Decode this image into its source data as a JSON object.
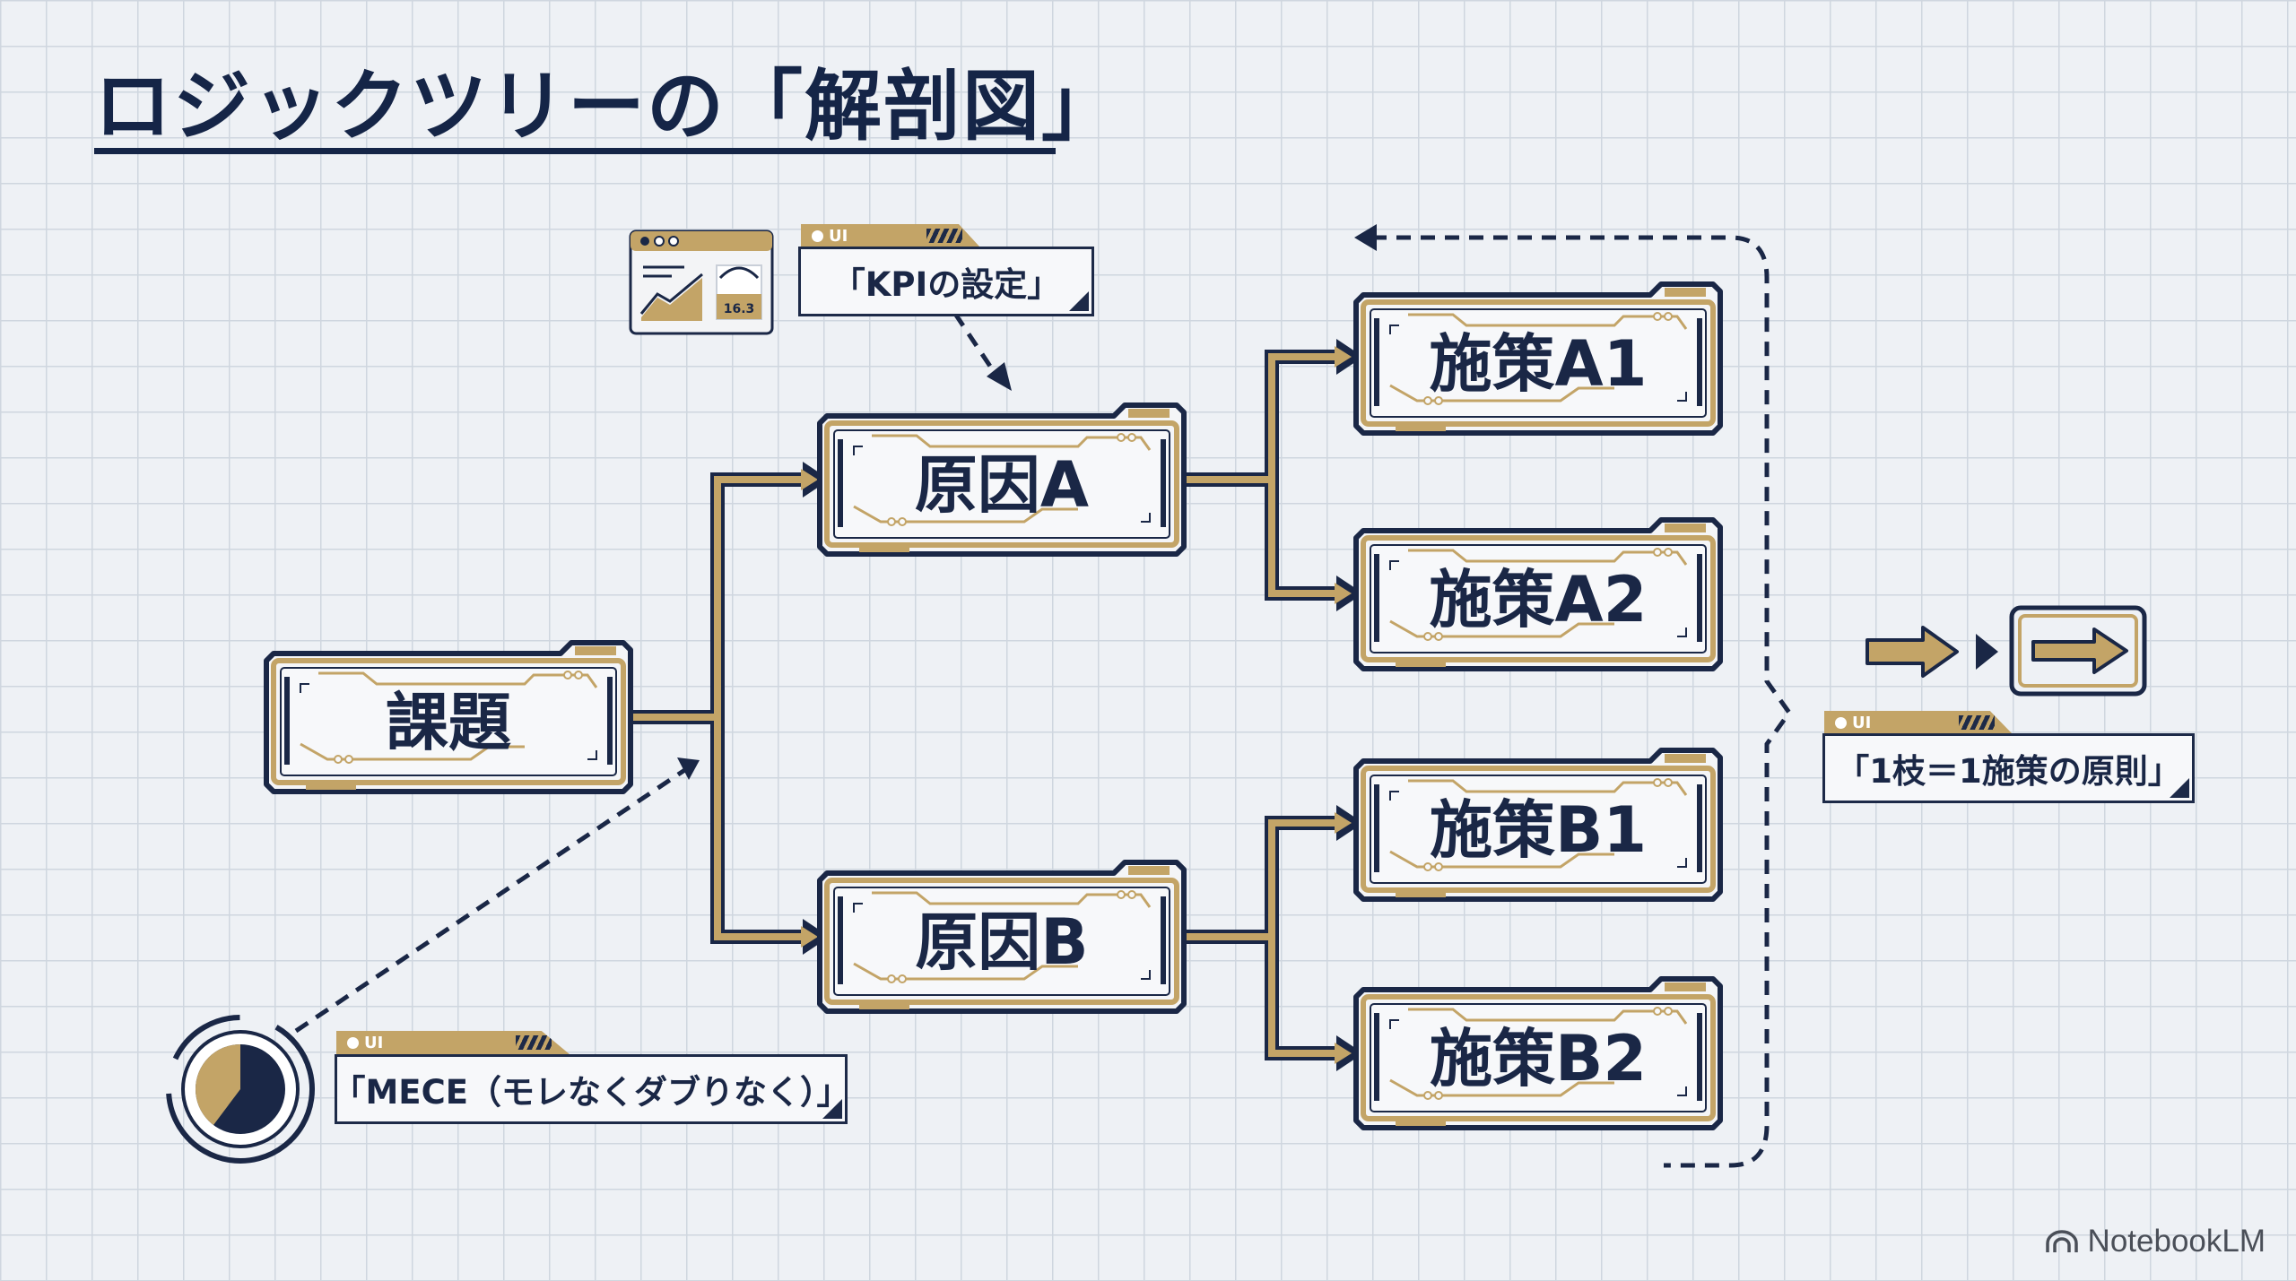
{
  "title": "ロジックツリーの「解剖図」",
  "nodes": {
    "root": "課題",
    "cause_a": "原因A",
    "cause_b": "原因B",
    "measure_a1": "施策A1",
    "measure_a2": "施策A2",
    "measure_b1": "施策B1",
    "measure_b2": "施策B2"
  },
  "callouts": {
    "kpi": {
      "tab": "UI",
      "text": "「KPIの設定」"
    },
    "mece": {
      "tab": "UI",
      "text": "「MECE（モレなくダブりなく）」"
    },
    "principle": {
      "tab": "UI",
      "text": "「1枝＝1施策の原則」"
    }
  },
  "kpi_widget": {
    "value": "16.3"
  },
  "colors": {
    "navy": "#1a2746",
    "gold": "#b39a64",
    "grid": "#cfd6df",
    "background": "#eef1f5"
  },
  "icons": [
    "dashboard-chart-icon",
    "pie-chart-icon",
    "arrow-right-icon",
    "play-triangle-icon",
    "notebooklm-logo-icon"
  ],
  "watermark": "NotebookLM"
}
